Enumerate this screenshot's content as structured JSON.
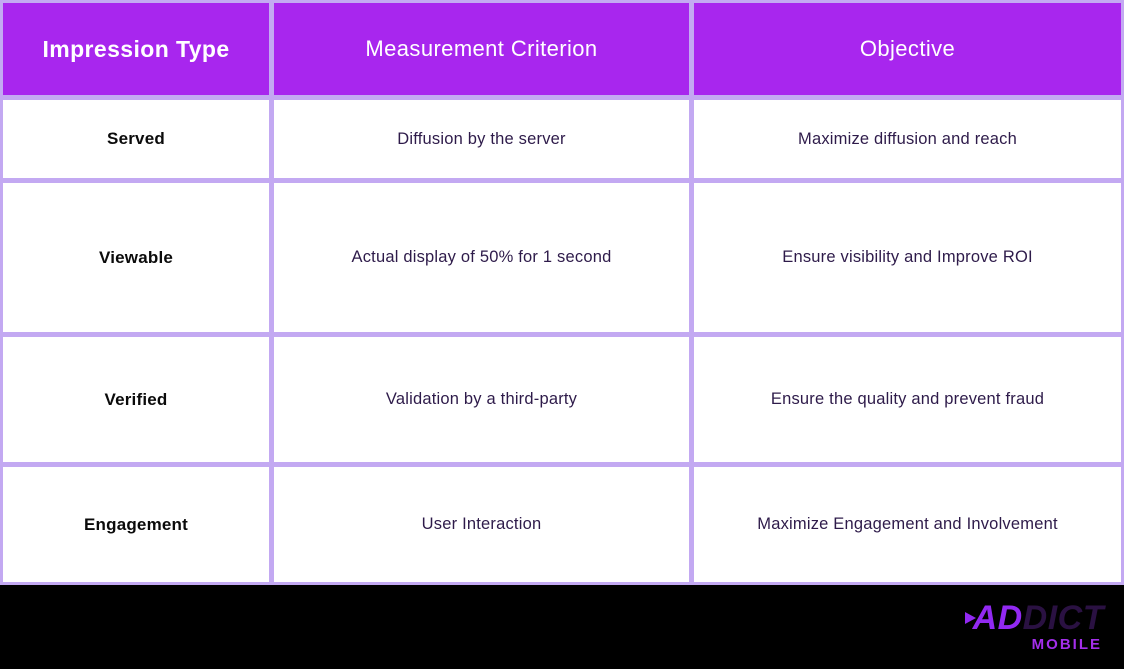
{
  "chart_data": {
    "type": "table",
    "columns": [
      "Impression Type",
      "Measurement Criterion",
      "Objective"
    ],
    "rows": [
      [
        "Served",
        "Diffusion by the server",
        "Maximize diffusion and reach"
      ],
      [
        "Viewable",
        "Actual display of 50% for 1 second",
        "Ensure visibility and Improve ROI"
      ],
      [
        "Verified",
        "Validation by a third-party",
        "Ensure the quality and prevent fraud"
      ],
      [
        "Engagement",
        "User Interaction",
        "Maximize Engagement and Involvement"
      ]
    ],
    "layout": {
      "header_position": "top",
      "grid": "on",
      "row_label_column": "Impression Type"
    }
  },
  "logo": {
    "text_primary": "AD",
    "text_secondary": "DICT",
    "tagline": "MOBILE"
  },
  "colors": {
    "header_bg": "#A826EE",
    "header_text": "#FFFFFF",
    "grid_border": "#C3A9F2",
    "cell_bg": "#FFFFFF",
    "row_label_text": "#0B0B0B",
    "body_text": "#2E1B4A",
    "footer_bg": "#000000",
    "logo_bright_purple": "#9229F2",
    "logo_dark_purple": "#2A1142",
    "logo_tagline_purple": "#A32EEA"
  }
}
